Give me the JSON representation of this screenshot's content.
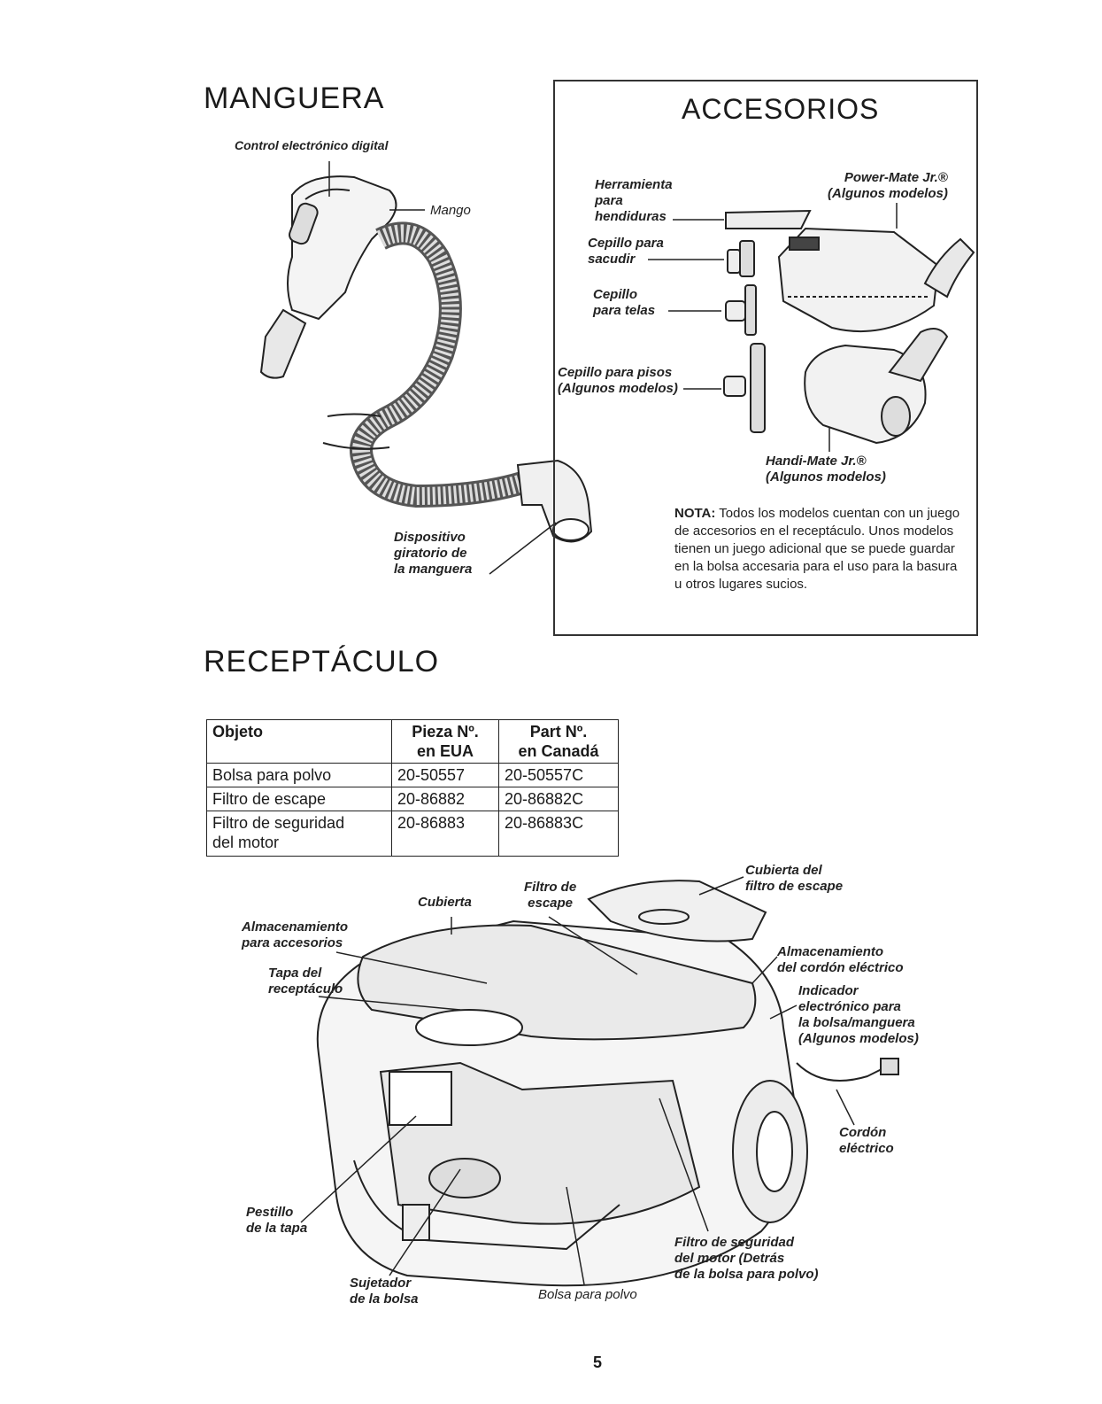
{
  "manguera": {
    "title": "MANGUERA",
    "labels": {
      "control": "Control electrónico digital",
      "mango": "Mango",
      "dispositivo": "Dispositivo\ngiratorio de\nla manguera"
    }
  },
  "accesorios": {
    "title": "ACCESORIOS",
    "labels": {
      "herramienta": "Herramienta\npara\nhendiduras",
      "cepillo_sacudir": "Cepillo para\nsacudir",
      "cepillo_telas": "Cepillo\npara telas",
      "cepillo_pisos": "Cepillo para pisos\n(Algunos modelos)",
      "powermate": "Power-Mate Jr.®\n(Algunos modelos)",
      "handimate": "Handi-Mate Jr.®\n(Algunos modelos)"
    },
    "nota_label": "NOTA:",
    "nota_text": " Todos los modelos cuentan con un juego de accesorios en el receptáculo. Unos modelos tienen un juego adicional que se puede guardar en la bolsa accesaria para el uso para la basura u otros lugares sucios."
  },
  "receptaculo": {
    "title": "RECEPTÁCULO",
    "table": {
      "headers": [
        "Objeto",
        "Pieza Nº.\nen EUA",
        "Part Nº.\nen Canadá"
      ],
      "rows": [
        [
          "Bolsa para polvo",
          "20-50557",
          "20-50557C"
        ],
        [
          "Filtro de escape",
          "20-86882",
          "20-86882C"
        ],
        [
          "Filtro de seguridad\ndel motor",
          "20-86883",
          "20-86883C"
        ]
      ]
    },
    "labels": {
      "cubierta_filtro": "Cubierta del\nfiltro de escape",
      "filtro_escape": "Filtro de\nescape",
      "cubierta": "Cubierta",
      "almacenamiento_acc": "Almacenamiento\npara accesorios",
      "tapa": "Tapa del\nreceptáculo",
      "almacenamiento_cordon": "Almacenamiento\ndel cordón eléctrico",
      "indicador": "Indicador\nelectrónico para\nla bolsa/manguera\n(Algunos modelos)",
      "cordon": "Cordón\neléctrico",
      "pestillo": "Pestillo\nde la tapa",
      "sujetador": "Sujetador\nde la bolsa",
      "bolsa": "Bolsa para polvo",
      "filtro_seguridad": "Filtro de seguridad\ndel motor (Detrás\nde la bolsa para polvo)"
    }
  },
  "page_number": "5"
}
